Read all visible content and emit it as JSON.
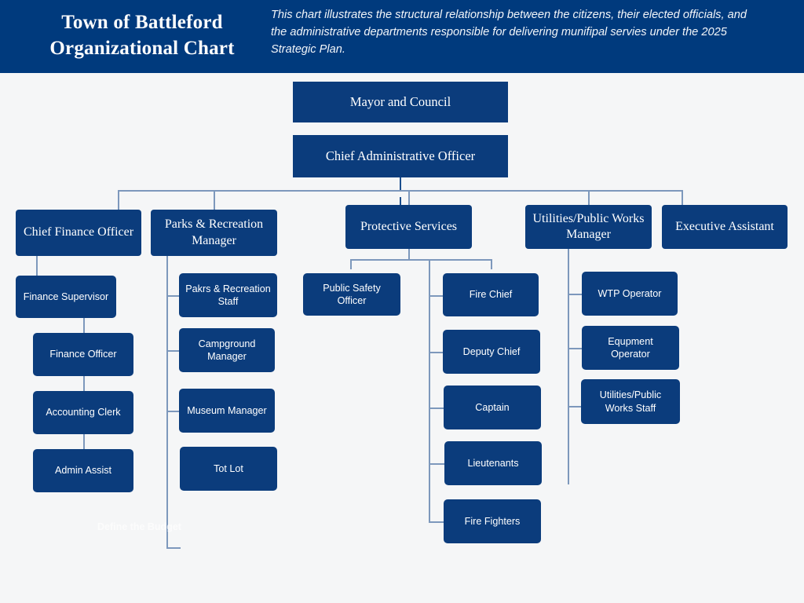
{
  "header": {
    "title": "Town of Battleford Organizational Chart",
    "title_line1": "Town of Battleford",
    "title_line2": "Organizational Chart",
    "description": "This chart illustrates the structural relationship between the citizens, their elected officials, and the administrative departments responsible for delivering munifipal servies under the 2025 Strategic Plan.",
    "background_color": "#003A7D",
    "text_color": "#FFFFFF"
  },
  "theme": {
    "canvas_background": "#F5F6F7",
    "node_fill": "#0B3C7C",
    "node_text": "#FFFFFF",
    "connector_color": "#7D98BC",
    "trunk_color": "#1B4E8E"
  },
  "chart_data": {
    "type": "diagram",
    "diagram_type": "organizational-chart",
    "title": "Town of Battleford Organizational Chart",
    "levels": 3,
    "nodes": [
      {
        "id": "mayor",
        "label": "Mayor and Council",
        "level": 1,
        "parent": null
      },
      {
        "id": "cao",
        "label": "Chief Administrative Officer",
        "level": 1,
        "parent": "mayor"
      },
      {
        "id": "cfo",
        "label": "Chief Finance Officer",
        "level": 2,
        "parent": "cao"
      },
      {
        "id": "parks",
        "label": "Parks & Recreation Manager",
        "level": 2,
        "parent": "cao"
      },
      {
        "id": "protective",
        "label": "Protective Services",
        "level": 2,
        "parent": "cao"
      },
      {
        "id": "utilities",
        "label": "Utilities/Public Works Manager",
        "level": 2,
        "parent": "cao"
      },
      {
        "id": "exec",
        "label": "Executive Assistant",
        "level": 2,
        "parent": "cao"
      },
      {
        "id": "fin_sup",
        "label": "Finance Supervisor",
        "level": 3,
        "parent": "cfo"
      },
      {
        "id": "fin_off",
        "label": "Finance Officer",
        "level": 3,
        "parent": "fin_sup"
      },
      {
        "id": "acct_clerk",
        "label": "Accounting Clerk",
        "level": 3,
        "parent": "fin_off"
      },
      {
        "id": "admin_assist",
        "label": "Admin Assist",
        "level": 3,
        "parent": "acct_clerk"
      },
      {
        "id": "parks_staff",
        "label": "Pakrs & Recreation Staff",
        "level": 3,
        "parent": "parks"
      },
      {
        "id": "campground",
        "label": "Campground Manager",
        "level": 3,
        "parent": "parks"
      },
      {
        "id": "museum",
        "label": "Museum Manager",
        "level": 3,
        "parent": "parks"
      },
      {
        "id": "totlot",
        "label": "Tot Lot",
        "level": 3,
        "parent": "parks"
      },
      {
        "id": "pso",
        "label": "Public Safety Officer",
        "level": 3,
        "parent": "protective"
      },
      {
        "id": "fire_chief",
        "label": "Fire Chief",
        "level": 3,
        "parent": "protective"
      },
      {
        "id": "deputy_chief",
        "label": "Deputy Chief",
        "level": 3,
        "parent": "protective"
      },
      {
        "id": "captain",
        "label": "Captain",
        "level": 3,
        "parent": "protective"
      },
      {
        "id": "lieutenants",
        "label": "Lieutenants",
        "level": 3,
        "parent": "protective"
      },
      {
        "id": "firefighters",
        "label": "Fire Fighters",
        "level": 3,
        "parent": "protective"
      },
      {
        "id": "wtp",
        "label": "WTP Operator",
        "level": 3,
        "parent": "utilities"
      },
      {
        "id": "equipment",
        "label": "Equpment Operator",
        "level": 3,
        "parent": "utilities"
      },
      {
        "id": "util_staff",
        "label": "Utilities/Public Works Staff",
        "level": 3,
        "parent": "utilities"
      }
    ]
  },
  "nodes": {
    "mayor": "Mayor and Council",
    "cao": "Chief Administrative Officer",
    "cfo": "Chief Finance Officer",
    "parks": "Parks & Recreation Manager",
    "protective": "Protective Services",
    "utilities": "Utilities/Public Works Manager",
    "exec": "Executive Assistant",
    "fin_sup": "Finance Supervisor",
    "fin_off": "Finance Officer",
    "acct_clerk": "Accounting Clerk",
    "admin_assist": "Admin Assist",
    "parks_staff": "Pakrs & Recreation Staff",
    "campground": "Campground Manager",
    "museum": "Museum Manager",
    "totlot": "Tot Lot",
    "pso": "Public Safety Officer",
    "fire_chief": "Fire Chief",
    "deputy_chief": "Deputy Chief",
    "captain": "Captain",
    "lieutenants": "Lieutenants",
    "firefighters": "Fire Fighters",
    "wtp": "WTP Operator",
    "equipment": "Equpment Operator",
    "util_staff": "Utilities/Public Works Staff"
  },
  "watermark": {
    "label": "Define the Budget"
  }
}
